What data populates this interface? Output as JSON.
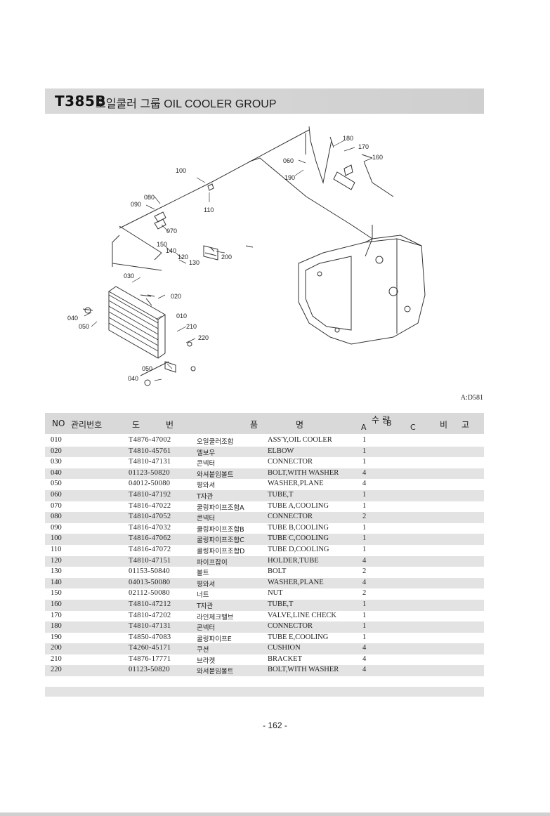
{
  "header": {
    "code": "T385B",
    "title": "오일쿨러 그룹  OIL COOLER GROUP"
  },
  "diagram": {
    "callouts": [
      "180",
      "170",
      "160",
      "060",
      "190",
      "100",
      "110",
      "080",
      "090",
      "070",
      "150",
      "140",
      "120",
      "130",
      "200",
      "030",
      "020",
      "040",
      "050",
      "010",
      "210",
      "220",
      "050",
      "040"
    ],
    "figure_ref": "A:D581"
  },
  "table": {
    "headers": {
      "no": "NO",
      "mgmt": "관리번호",
      "drawing_1": "도",
      "drawing_2": "번",
      "name_1": "품",
      "name_2": "명",
      "qty": "수 량",
      "qty_a": "A",
      "qty_b": "B",
      "qty_c": "C",
      "remarks_1": "비",
      "remarks_2": "고"
    },
    "rows": [
      {
        "no": "010",
        "part": "T4876-47002",
        "kr": "오일쿨러조합",
        "en": "ASS'Y,OIL COOLER",
        "qa": "1"
      },
      {
        "no": "020",
        "part": "T4810-45761",
        "kr": "엘보우",
        "en": "ELBOW",
        "qa": "1"
      },
      {
        "no": "030",
        "part": "T4810-47131",
        "kr": "콘넥터",
        "en": "CONNECTOR",
        "qa": "1"
      },
      {
        "no": "040",
        "part": "01123-50820",
        "kr": "와셔붙임볼트",
        "en": "BOLT,WITH WASHER",
        "qa": "4"
      },
      {
        "no": "050",
        "part": "04012-50080",
        "kr": "평와셔",
        "en": "WASHER,PLANE",
        "qa": "4"
      },
      {
        "no": "060",
        "part": "T4810-47192",
        "kr": "T자관",
        "en": "TUBE,T",
        "qa": "1"
      },
      {
        "no": "070",
        "part": "T4816-47022",
        "kr": "쿨링파이프조합A",
        "en": "TUBE A,COOLING",
        "qa": "1"
      },
      {
        "no": "080",
        "part": "T4810-47052",
        "kr": "콘넥터",
        "en": "CONNECTOR",
        "qa": "2"
      },
      {
        "no": "090",
        "part": "T4816-47032",
        "kr": "쿨링파이프조합B",
        "en": "TUBE B,COOLING",
        "qa": "1"
      },
      {
        "no": "100",
        "part": "T4816-47062",
        "kr": "쿨링파이프조합C",
        "en": "TUBE C,COOLING",
        "qa": "1"
      },
      {
        "no": "110",
        "part": "T4816-47072",
        "kr": "쿨링파이프조합D",
        "en": "TUBE D,COOLING",
        "qa": "1"
      },
      {
        "no": "120",
        "part": "T4810-47151",
        "kr": "파이프잡이",
        "en": "HOLDER,TUBE",
        "qa": "4"
      },
      {
        "no": "130",
        "part": "01153-50840",
        "kr": "볼트",
        "en": "BOLT",
        "qa": "2"
      },
      {
        "no": "140",
        "part": "04013-50080",
        "kr": "평와셔",
        "en": "WASHER,PLANE",
        "qa": "4"
      },
      {
        "no": "150",
        "part": "02112-50080",
        "kr": "너트",
        "en": "NUT",
        "qa": "2"
      },
      {
        "no": "160",
        "part": "T4810-47212",
        "kr": "T자관",
        "en": "TUBE,T",
        "qa": "1"
      },
      {
        "no": "170",
        "part": "T4810-47202",
        "kr": "라인체크밸브",
        "en": "VALVE,LINE CHECK",
        "qa": "1"
      },
      {
        "no": "180",
        "part": "T4810-47131",
        "kr": "콘넥터",
        "en": "CONNECTOR",
        "qa": "1"
      },
      {
        "no": "190",
        "part": "T4850-47083",
        "kr": "쿨링파이프E",
        "en": "TUBE E,COOLING",
        "qa": "1"
      },
      {
        "no": "200",
        "part": "T4260-45171",
        "kr": "쿠션",
        "en": "CUSHION",
        "qa": "4"
      },
      {
        "no": "210",
        "part": "T4876-17771",
        "kr": "브라켓",
        "en": "BRACKET",
        "qa": "4"
      },
      {
        "no": "220",
        "part": "01123-50820",
        "kr": "와셔붙임볼트",
        "en": "BOLT,WITH WASHER",
        "qa": "4"
      }
    ]
  },
  "footer": {
    "page": "- 162 -"
  }
}
